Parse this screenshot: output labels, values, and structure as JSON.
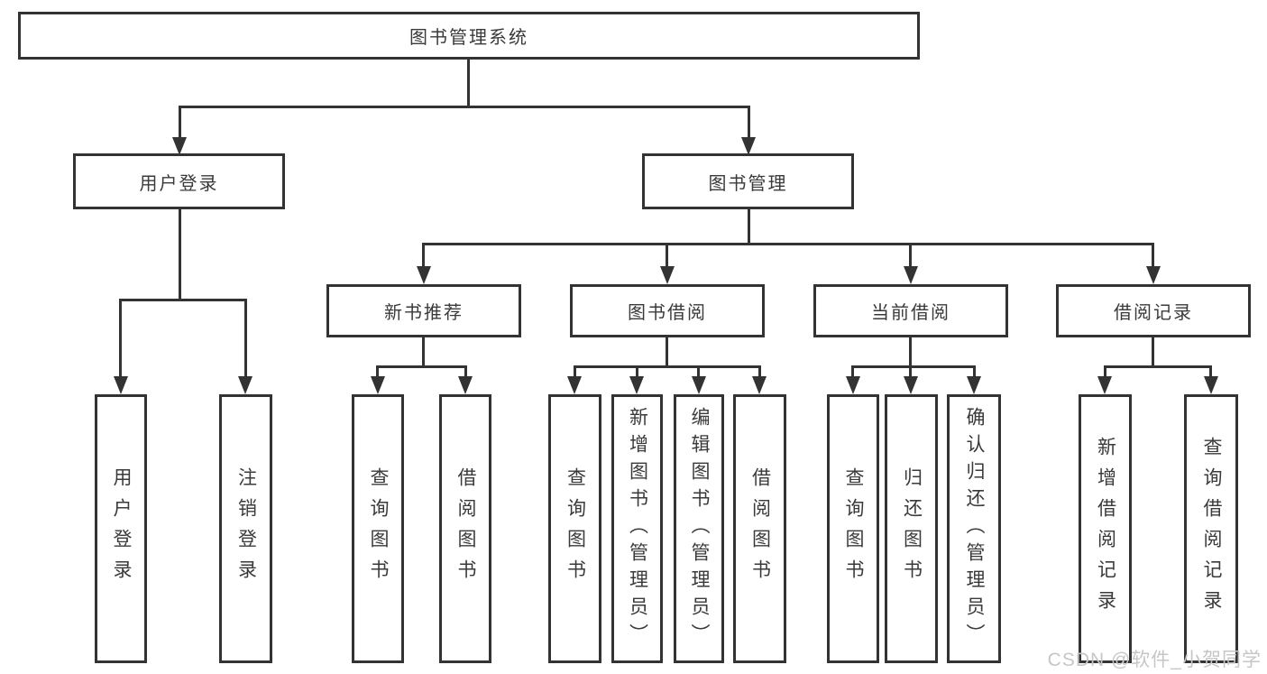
{
  "tree": {
    "label": "图书管理系统",
    "children": [
      {
        "label": "用户登录",
        "children": [
          {
            "label": "用户登录"
          },
          {
            "label": "注销登录"
          }
        ]
      },
      {
        "label": "图书管理",
        "children": [
          {
            "label": "新书推荐",
            "children": [
              {
                "label": "查询图书"
              },
              {
                "label": "借阅图书"
              }
            ]
          },
          {
            "label": "图书借阅",
            "children": [
              {
                "label": "查询图书"
              },
              {
                "label": "新增图书（管理员）"
              },
              {
                "label": "编辑图书（管理员）"
              },
              {
                "label": "借阅图书"
              }
            ]
          },
          {
            "label": "当前借阅",
            "children": [
              {
                "label": "查询图书"
              },
              {
                "label": "归还图书"
              },
              {
                "label": "确认归还（管理员）"
              }
            ]
          },
          {
            "label": "借阅记录",
            "children": [
              {
                "label": "新增借阅记录"
              },
              {
                "label": "查询借阅记录"
              }
            ]
          }
        ]
      }
    ]
  },
  "watermark": {
    "text": "CSDN @软件_小贺同学"
  },
  "colors": {
    "line": "#333333",
    "text": "#3a3a3a",
    "background": "#ffffff",
    "watermark": "#c6c6c6"
  }
}
